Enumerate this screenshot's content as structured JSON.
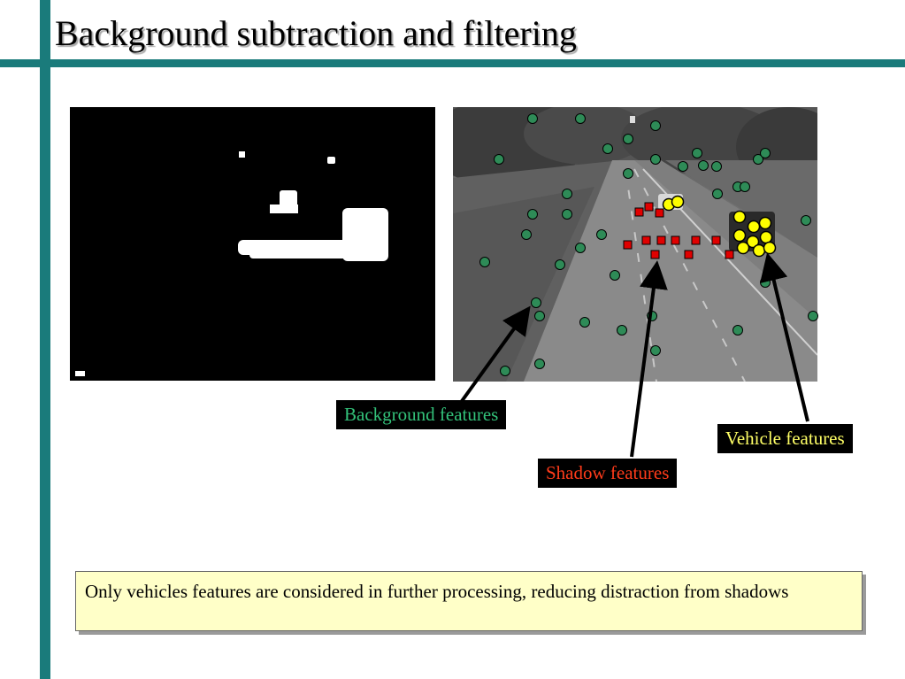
{
  "slide": {
    "title": "Background subtraction and filtering"
  },
  "labels": {
    "background_features": "Background features",
    "vehicle_features": "Vehicle features",
    "shadow_features": "Shadow features"
  },
  "note": {
    "text": "Only vehicles features are considered in further processing, reducing distraction from shadows"
  },
  "colors": {
    "accent_bar": "#1a7b7b",
    "background_marker": "#2e8b57",
    "shadow_marker": "#e00000",
    "vehicle_marker": "#ffff00",
    "note_fill": "#ffffc8"
  },
  "images": {
    "left": "background-subtraction-mask",
    "right": "highway-traffic-frame-with-features"
  }
}
